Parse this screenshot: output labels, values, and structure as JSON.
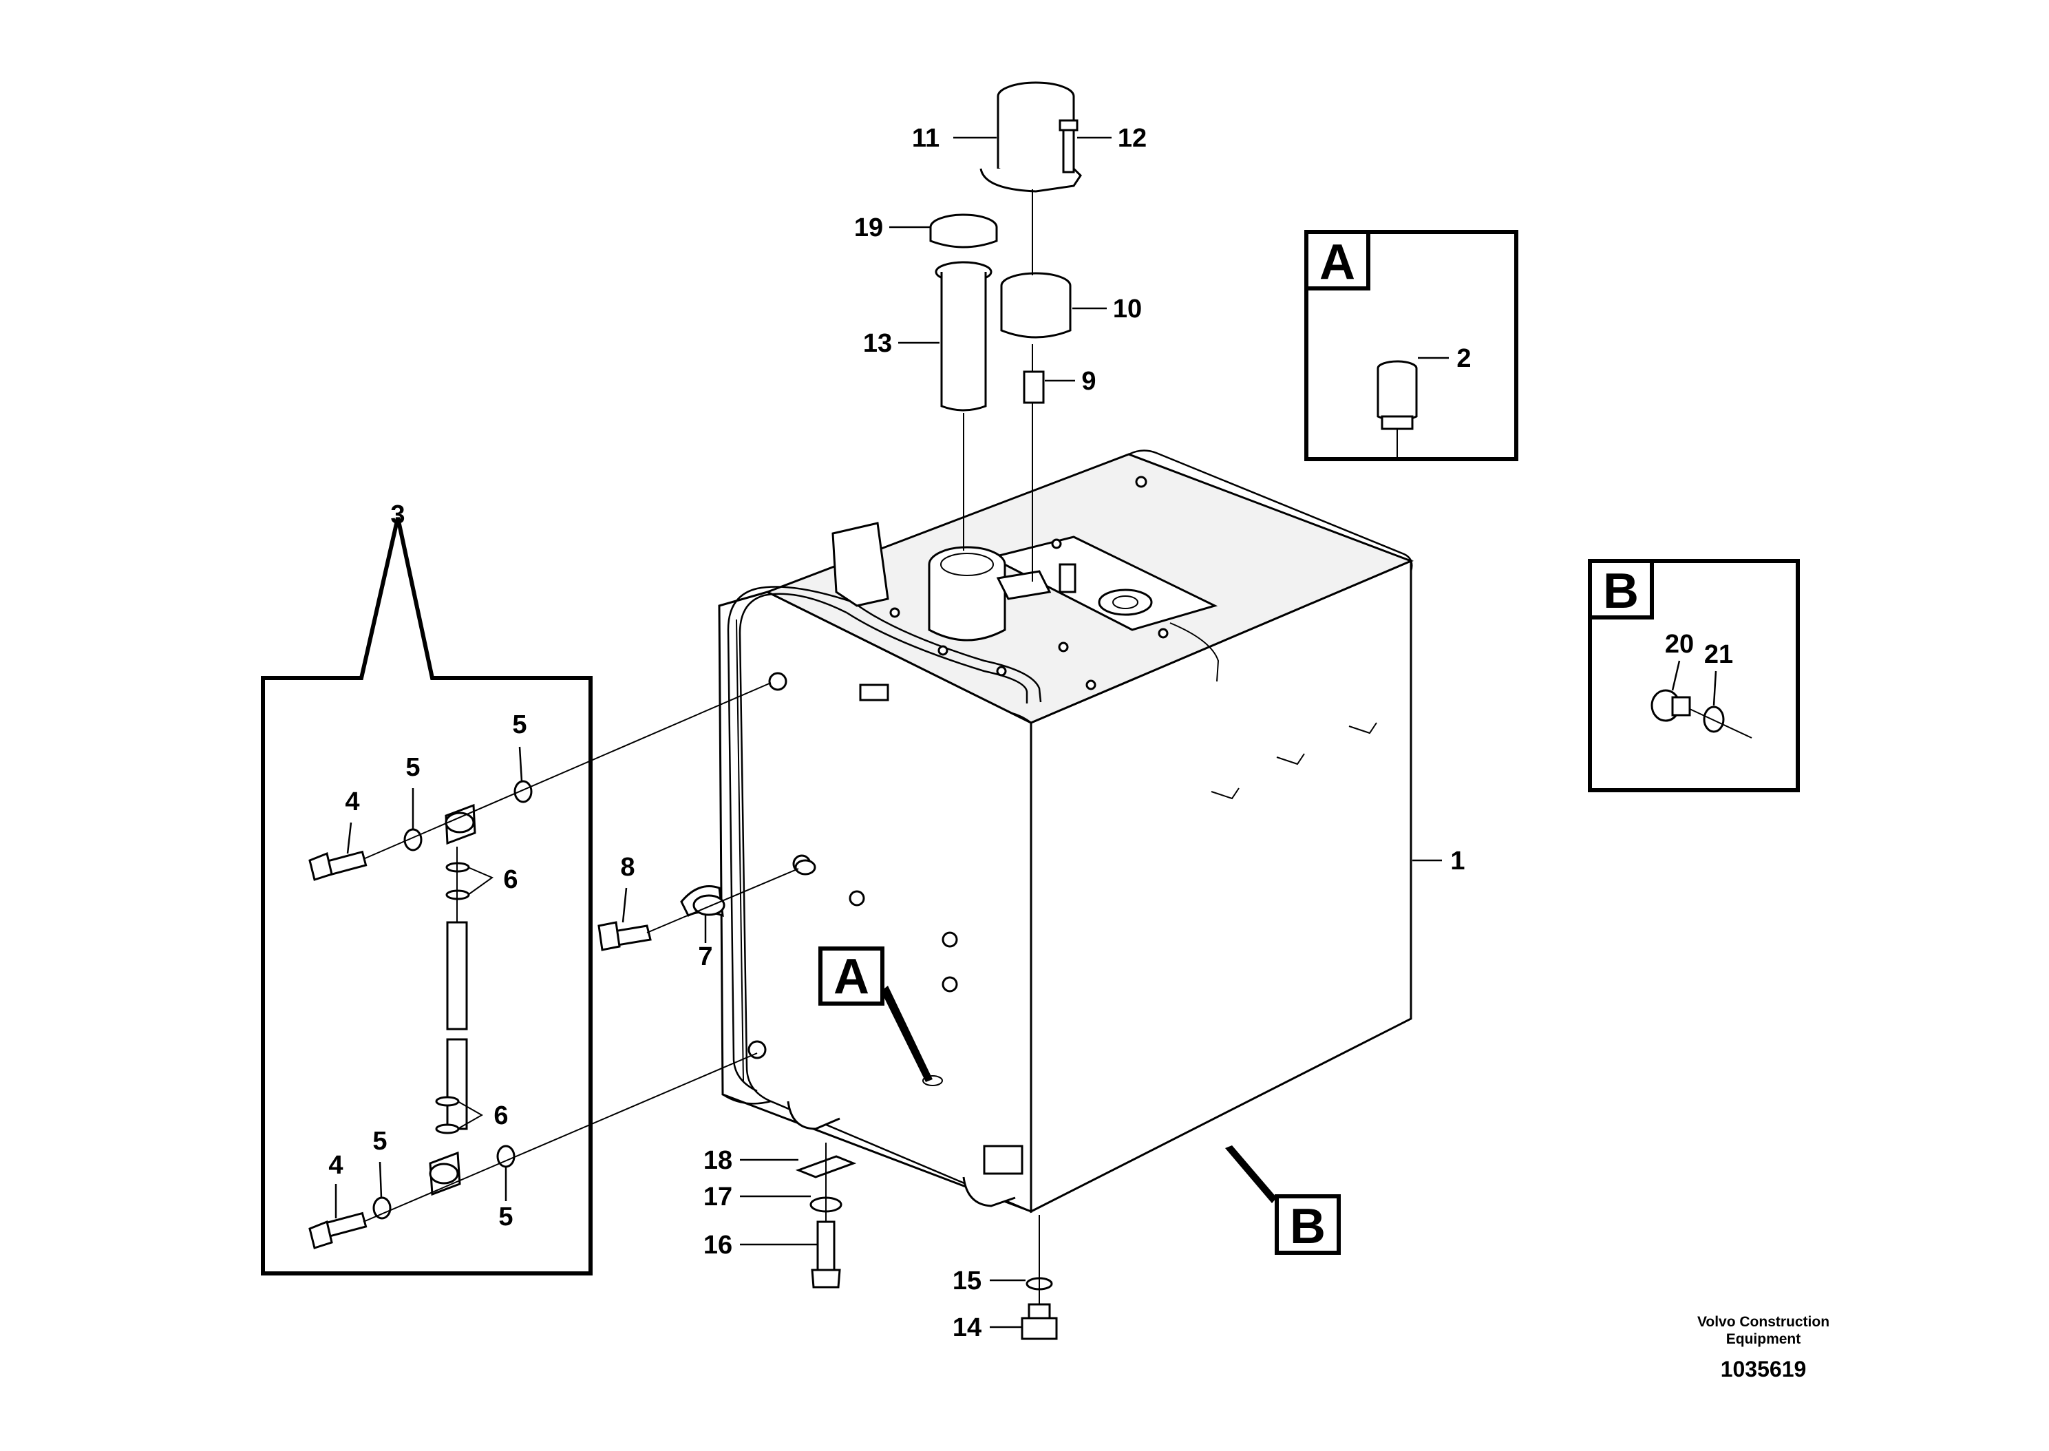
{
  "callouts": {
    "c1": "1",
    "c2": "2",
    "c3": "3",
    "c4a": "4",
    "c4b": "4",
    "c5a": "5",
    "c5b": "5",
    "c5c": "5",
    "c5d": "5",
    "c6a": "6",
    "c6b": "6",
    "c7": "7",
    "c8": "8",
    "c9": "9",
    "c10": "10",
    "c11": "11",
    "c12": "12",
    "c13": "13",
    "c14": "14",
    "c15": "15",
    "c16": "16",
    "c17": "17",
    "c18": "18",
    "c19": "19",
    "c20": "20",
    "c21": "21"
  },
  "detail_boxes": {
    "box_a_label": "A",
    "box_b_label": "B",
    "marker_a_label": "A",
    "marker_b_label": "B"
  },
  "footer": {
    "credit_line1": "Volvo Construction",
    "credit_line2": "Equipment",
    "document_number": "1035619"
  }
}
